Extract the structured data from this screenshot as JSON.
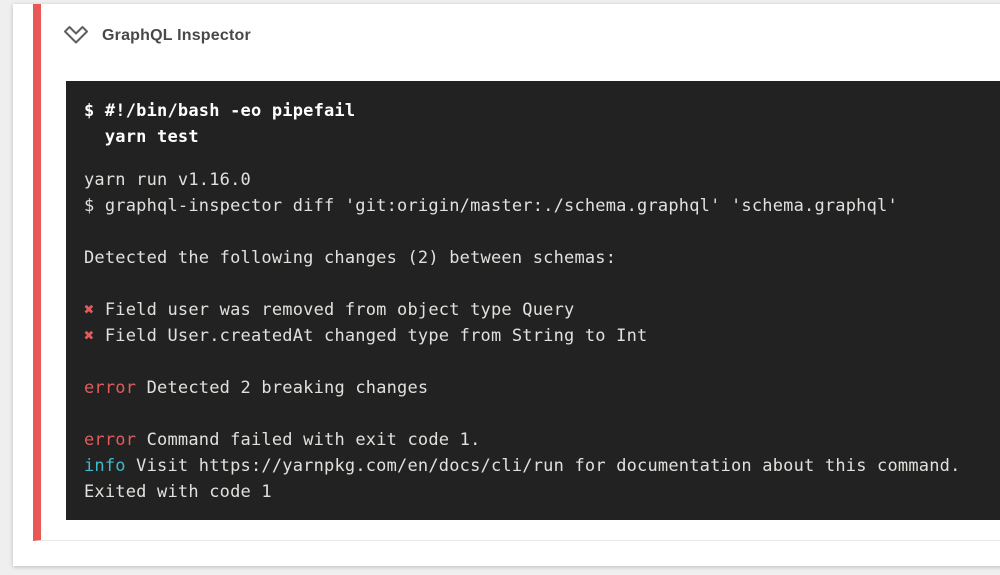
{
  "header": {
    "title": "GraphQL Inspector"
  },
  "colors": {
    "page_bg": "#efefef",
    "accent_red": "#ea5757",
    "terminal_bg": "#222222",
    "terminal_text": "#e2e0dc",
    "terminal_bold": "#ffffff",
    "error_red": "#e05c5c",
    "info_cyan": "#40b9cd"
  },
  "terminal": {
    "command_lines": [
      "$ #!/bin/bash -eo pipefail",
      "  yarn test"
    ],
    "output_lines": [
      [
        {
          "text": "yarn run v1.16.0",
          "style": "plain"
        }
      ],
      [
        {
          "text": "$ graphql-inspector diff 'git:origin/master:./schema.graphql' 'schema.graphql'",
          "style": "plain"
        }
      ],
      [],
      [
        {
          "text": "Detected the following changes (2) between schemas:",
          "style": "plain"
        }
      ],
      [],
      [
        {
          "text": "✖",
          "style": "error"
        },
        {
          "text": " Field user was removed from object type Query",
          "style": "plain"
        }
      ],
      [
        {
          "text": "✖",
          "style": "error"
        },
        {
          "text": " Field User.createdAt changed type from String to Int",
          "style": "plain"
        }
      ],
      [],
      [
        {
          "text": "error",
          "style": "error"
        },
        {
          "text": " Detected 2 breaking changes",
          "style": "plain"
        }
      ],
      [],
      [
        {
          "text": "error",
          "style": "error"
        },
        {
          "text": " Command failed with exit code 1.",
          "style": "plain"
        }
      ],
      [
        {
          "text": "info",
          "style": "info"
        },
        {
          "text": " Visit https://yarnpkg.com/en/docs/cli/run for documentation about this command.",
          "style": "plain"
        }
      ],
      [
        {
          "text": "Exited with code 1",
          "style": "plain"
        }
      ]
    ]
  }
}
